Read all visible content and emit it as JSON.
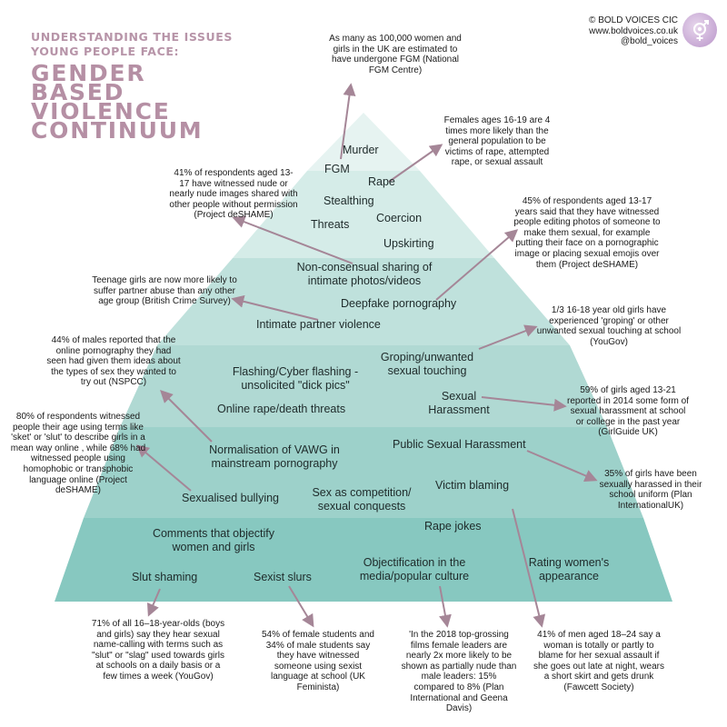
{
  "header": {
    "subtitle": "UNDERSTANDING THE ISSUES YOUNG PEOPLE FACE:",
    "title_lines": [
      "GENDER",
      "BASED",
      "VIOLENCE",
      "CONTINUUM"
    ]
  },
  "brand": {
    "copyright": "© BOLD VOICES CIC",
    "website": "www.boldvoices.co.uk",
    "handle": "@bold_voices",
    "logo_icon": "gender-symbol-icon"
  },
  "colors": {
    "title": "#b58fa4",
    "connector": "#a58697",
    "tier_top": "#e6f3f1",
    "tier_bottom": "#7cc5bd"
  },
  "pyramid_labels": {
    "murder": "Murder",
    "fgm": "FGM",
    "rape": "Rape",
    "stealthing": "Stealthing",
    "threats": "Threats",
    "coercion": "Coercion",
    "upskirting": "Upskirting",
    "nonconsensual": "Non-consensual sharing of intimate photos/videos",
    "deepfake": "Deepfake pornography",
    "ipv": "Intimate partner violence",
    "groping": "Groping/unwanted sexual touching",
    "cyberflashing": "Flashing/Cyber flashing - unsolicited \"dick pics\"",
    "online_rape": "Online rape/death threats",
    "sexual_harassment": "Sexual Harassment",
    "normalisation": "Normalisation of VAWG in mainstream pornography",
    "public_harassment": "Public Sexual Harassment",
    "sexualised_bullying": "Sexualised bullying",
    "sex_competition": "Sex as competition/ sexual conquests",
    "victim_blaming": "Victim blaming",
    "comments": "Comments that objectify women and girls",
    "rape_jokes": "Rape jokes",
    "slut_shaming": "Slut shaming",
    "sexist_slurs": "Sexist slurs",
    "objectification": "Objectification in the media/popular culture",
    "rating": "Rating women's appearance"
  },
  "notes": {
    "fgm": "As many as 100,000 women and girls in the UK are estimated to have undergone FGM (National FGM Centre)",
    "rape": "Females ages 16-19 are 4 times more likely than the general population to be victims of rape, attempted rape, or sexual assault",
    "nude_images": "41% of respondents aged 13-17 have witnessed nude or nearly nude images shared with other people without permission (Project deSHAME)",
    "deepfake": "45% of respondents aged 13-17 years said that they have witnessed people editing photos of someone to make them sexual, for example putting their face on a pornographic image or placing sexual emojis over them (Project deSHAME)",
    "partner_abuse": "Teenage girls are now more likely to suffer partner abuse than any other age group (British Crime Survey)",
    "groping": "1/3 16-18 year old girls have experienced 'groping' or other unwanted sexual touching at school (YouGov)",
    "pornography": "44% of males reported that the online pornography they had seen had given them ideas about the types of sex they wanted to try out (NSPCC)",
    "harassment_school": "59% of girls aged 13-21 reported in 2014 some form of sexual harassment at school or college in the past year (GirlGuide UK)",
    "terms": "80% of respondents witnessed people their age using terms like 'sket' or 'slut' to describe girls in a mean way online , while 68% had witnessed people using homophobic or transphobic language online (Project deSHAME)",
    "uniform": "35% of girls have been sexually harassed in their school uniform (Plan InternationalUK)",
    "name_calling": "71% of all 16–18-year-olds (boys and girls) say they hear sexual name-calling with terms such as \"slut\" or \"slag\" used towards girls at schools on a daily basis or a few times a week (YouGov)",
    "sexist_language": "54% of female students and 34% of male students say they have witnessed someone using sexist language at school (UK Feminista)",
    "films": "'In the 2018 top-grossing films female leaders are nearly 2x more likely to be shown as partially nude than male leaders: 15% compared to 8% (Plan International and Geena Davis)",
    "blame": "41% of men aged 18–24 say a woman is totally or partly to blame for her sexual assault if she goes out late at night, wears a short skirt and gets drunk (Fawcett Society)"
  }
}
